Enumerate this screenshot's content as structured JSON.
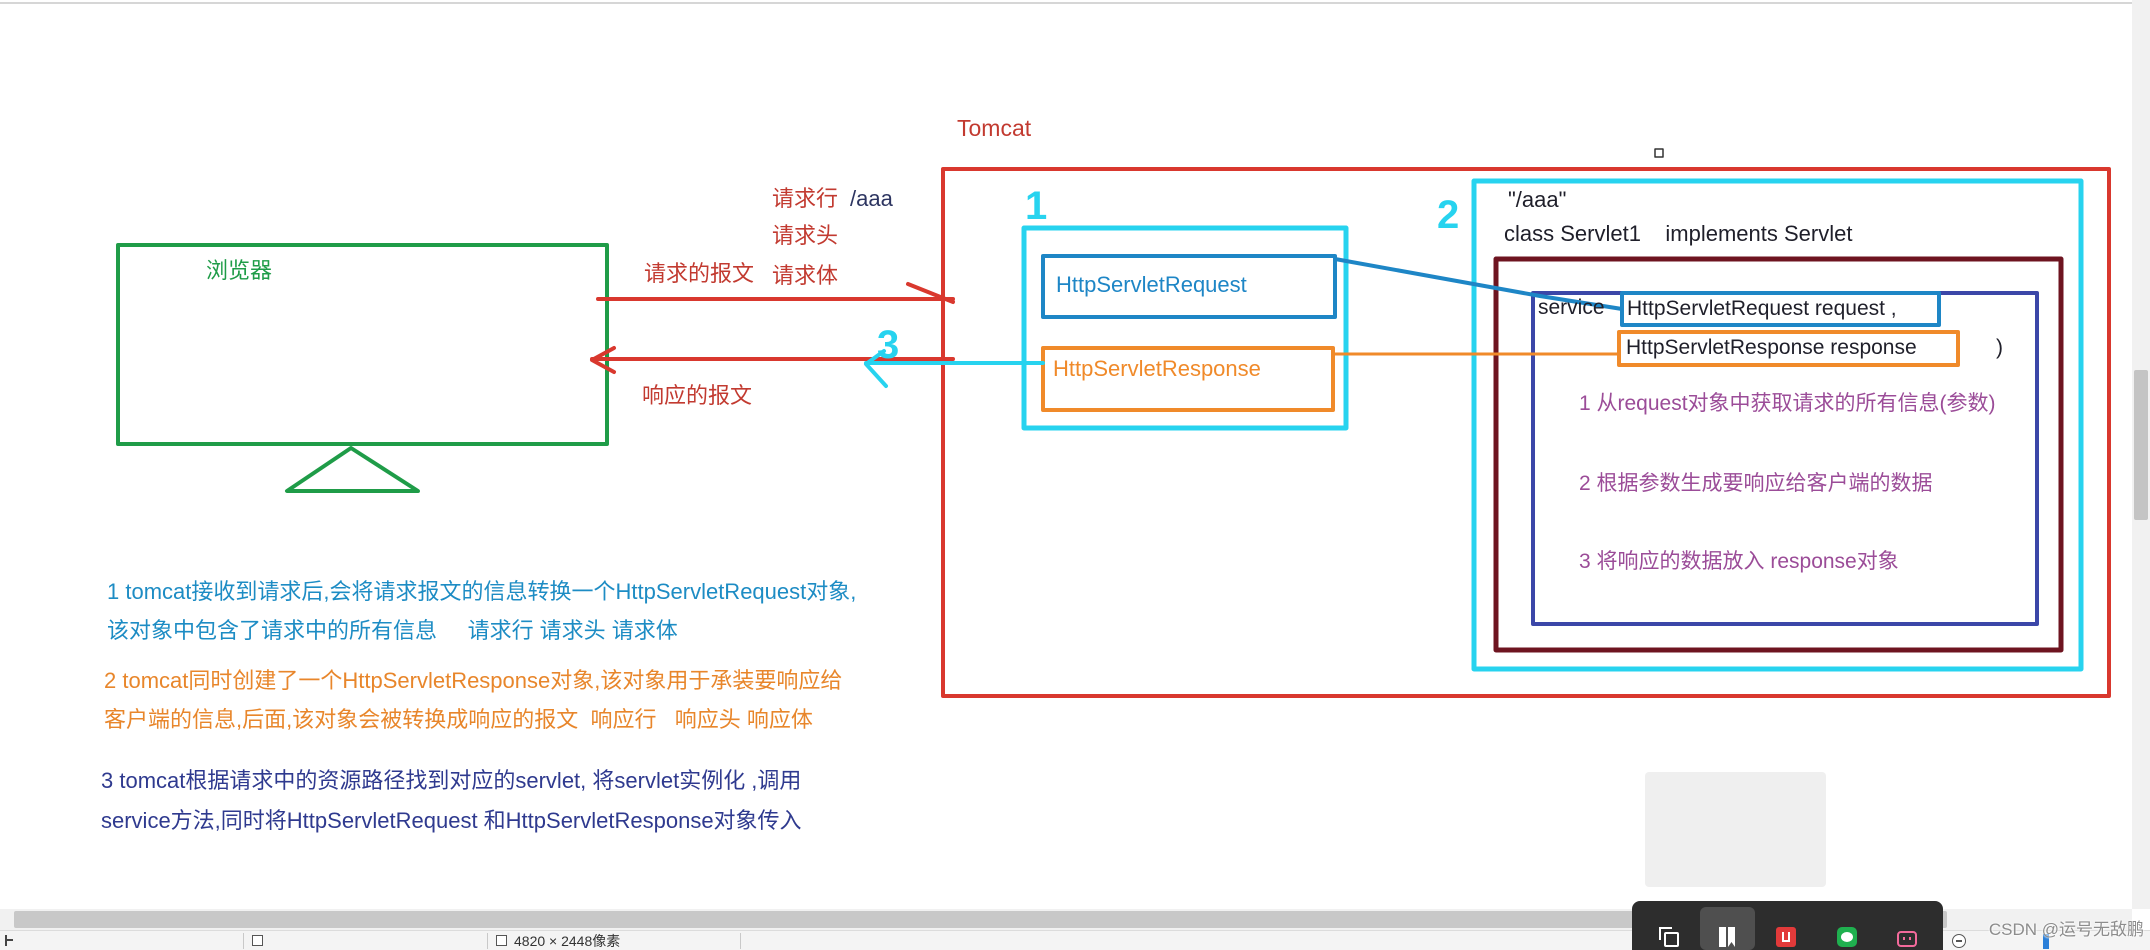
{
  "colors": {
    "tomcat_red": "#d9382e",
    "cyan": "#27d3ef",
    "request_blue": "#1e86c6",
    "response_orange": "#f08a2a",
    "servlet_maroon": "#6e1420",
    "service_navy": "#3b47a8",
    "browser_green": "#1f9c48",
    "step_purple": "#9b4c98",
    "note1_blue": "#1d8cc4",
    "note2_orange": "#e8862b",
    "note3_navy": "#2f3a8f",
    "label_red": "#c23a30"
  },
  "browser": {
    "label": "浏览器"
  },
  "request": {
    "message_label": "请求的报文",
    "line_label": "请求行",
    "line_path": "/aaa",
    "header_label": "请求头",
    "body_label": "请求体"
  },
  "response": {
    "message_label": "响应的报文"
  },
  "tomcat": {
    "label": "Tomcat",
    "step1_number": "1",
    "step2_number": "2",
    "step3_number": "3",
    "request_object": "HttpServletRequest",
    "response_object": "HttpServletResponse"
  },
  "servlet": {
    "path": "\"/aaa\"",
    "class_declaration": "class Servlet1    implements Servlet",
    "service_keyword": "service",
    "param_request": "HttpServletRequest request ,",
    "param_response": "HttpServletResponse response",
    "close_paren": ")",
    "steps": [
      "1 从request对象中获取请求的所有信息(参数)",
      "2 根据参数生成要响应给客户端的数据",
      "3 将响应的数据放入 response对象"
    ]
  },
  "notes": [
    {
      "lines": [
        "1 tomcat接收到请求后,会将请求报文的信息转换一个HttpServletRequest对象,",
        "该对象中包含了请求中的所有信息     请求行 请求头 请求体"
      ]
    },
    {
      "lines": [
        "2 tomcat同时创建了一个HttpServletResponse对象,该对象用于承装要响应给",
        "客户端的信息,后面,该对象会被转换成响应的报文  响应行   响应头 响应体"
      ]
    },
    {
      "lines": [
        "3 tomcat根据请求中的资源路径找到对应的servlet, 将servlet实例化 ,调用",
        "service方法,同时将HttpServletRequest 和HttpServletResponse对象传入"
      ]
    }
  ],
  "status_bar": {
    "image_size": "4820 × 2448像素"
  },
  "taskbar": {
    "icons": [
      "copy-icon",
      "pin-icon",
      "red-app-icon",
      "wechat-icon",
      "bilibili-icon"
    ]
  },
  "watermark": "CSDN @运号无敌鹏"
}
